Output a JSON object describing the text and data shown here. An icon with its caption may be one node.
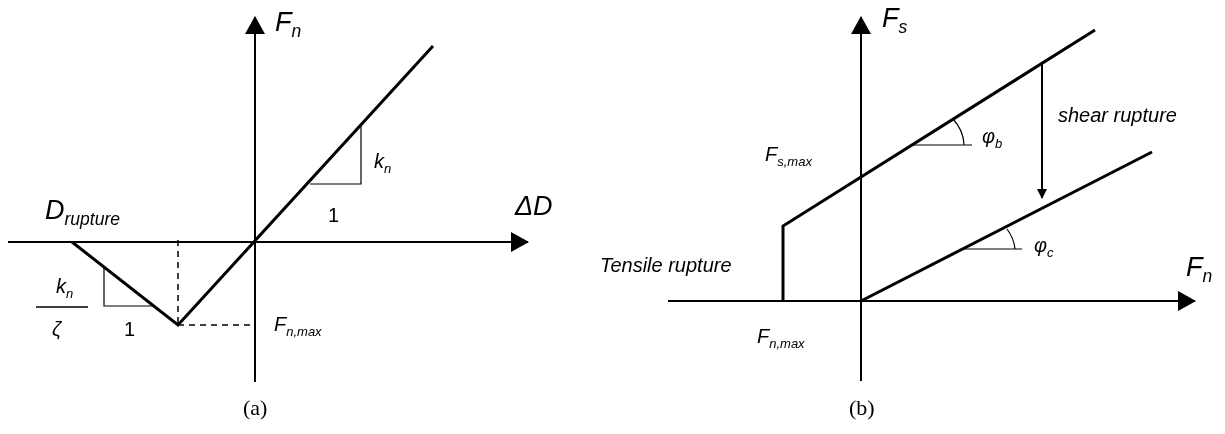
{
  "diagram": {
    "labels": [
      "F$_{n}$",
      "k$_{n}$",
      "1",
      "ΔD",
      "D$_{rupture}$",
      "k$_{n}$",
      "ζ",
      "1",
      "F$_{n,max}$",
      "(a)",
      "F$_{s}$",
      "shear rupture",
      "φ$_{b}$",
      "F$_{s,max}$",
      "φ$_{c}$",
      "Tensile rupture",
      "F$_{n}$",
      "F$_{n,max}$",
      "(b)"
    ]
  }
}
